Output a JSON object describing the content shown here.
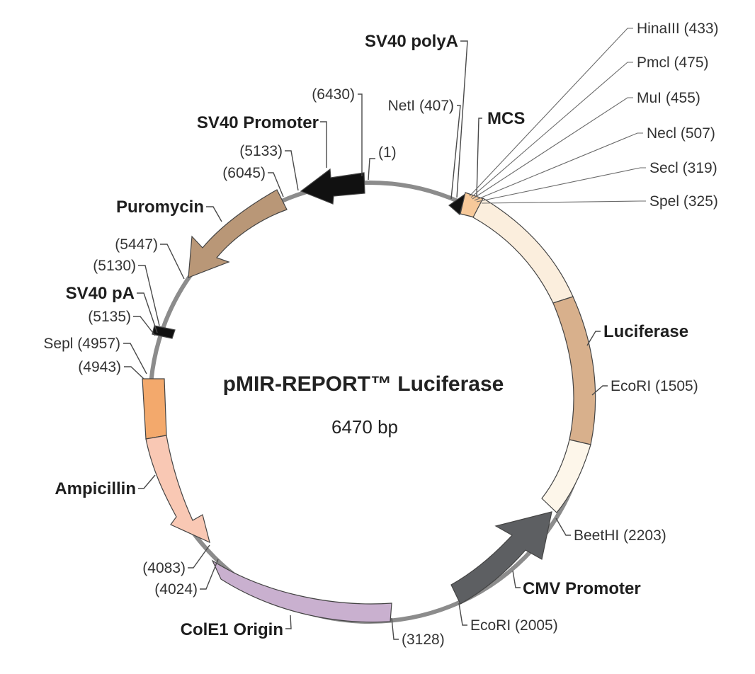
{
  "plasmid": {
    "name": "pMIR-REPORT™ Luciferase",
    "size": "6470 bp"
  },
  "features": {
    "sv40_polya": {
      "label": "SV40 polyA",
      "color": "#111111"
    },
    "mcs": {
      "label": "MCS",
      "color": "#f7c99a"
    },
    "luciferase": {
      "label": "Luciferase",
      "colors": [
        "#fbeedd",
        "#d8b08c",
        "#fdf6ea"
      ]
    },
    "cmv_promoter": {
      "label": "CMV Promoter",
      "color": "#5d5f62"
    },
    "cole1_origin": {
      "label": "ColE1 Origin",
      "color": "#c9b0cf"
    },
    "ampicillin": {
      "label": "Ampicillin",
      "colors": [
        "#f3a96c",
        "#f9c8b4"
      ]
    },
    "sv40_pa": {
      "label": "SV40 pA",
      "color": "#111111"
    },
    "puromycin": {
      "label": "Puromycin",
      "color": "#b99777"
    },
    "sv40_promoter": {
      "label": "SV40 Promoter",
      "color": "#111111"
    }
  },
  "sites": {
    "hindiii": "HinaIII (433)",
    "pmci": "Pmcl (475)",
    "mlui": "MuI (455)",
    "neci": "Necl (507)",
    "seci": "Secl (319)",
    "spei": "Spel (325)",
    "neti": "NetI (407)",
    "ecori_1505": "EcoRI (1505)",
    "beethi": "BeetHI (2203)",
    "ecori_2005": "EcoRI (2005)",
    "sepi": "Sepl (4957)"
  },
  "positions": {
    "p1": "(1)",
    "p6430": "(6430)",
    "p5133_top": "(5133)",
    "p6045": "(6045)",
    "p5447": "(5447)",
    "p5130": "(5130)",
    "p5135": "(5135)",
    "p4943": "(4943)",
    "p4083": "(4083)",
    "p4024": "(4024)",
    "p3128": "(3128)"
  }
}
